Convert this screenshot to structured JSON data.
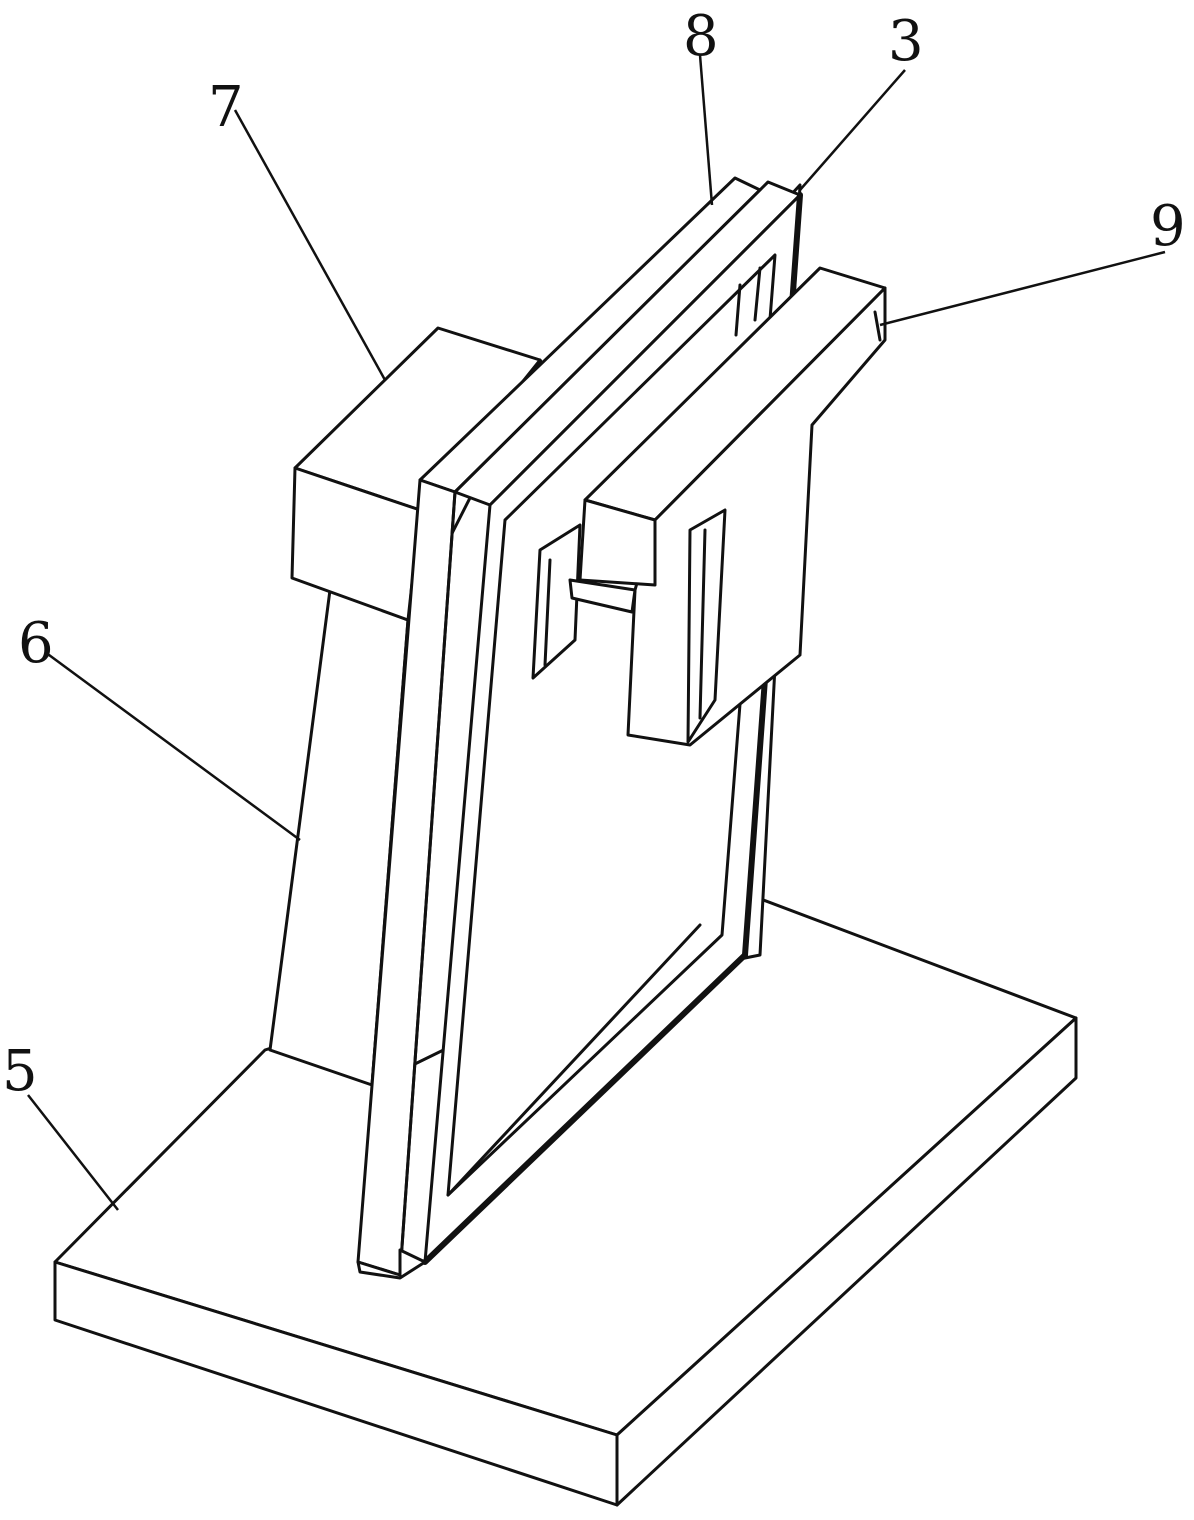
{
  "labels": {
    "l3": "3",
    "l5": "5",
    "l6": "6",
    "l7": "7",
    "l8": "8",
    "l9": "9"
  }
}
